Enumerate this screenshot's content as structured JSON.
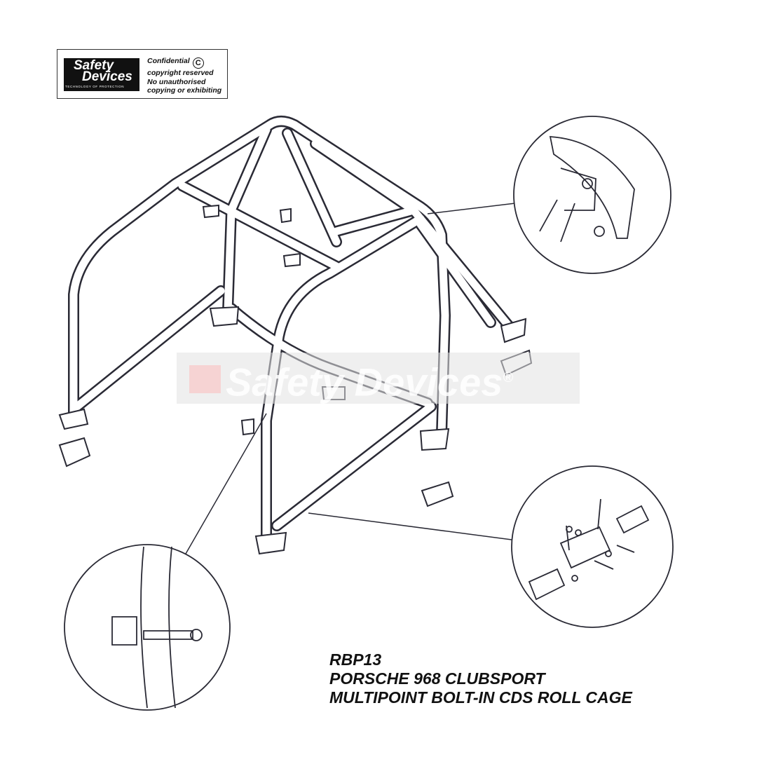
{
  "logo": {
    "brand_line1": "Safety",
    "brand_line2": "Devices",
    "tagline": "TECHNOLOGY OF PROTECTION",
    "notice": [
      "Confidential",
      "copyright reserved",
      "No unauthorised",
      "copying or exhibiting"
    ],
    "copyright_symbol": "C"
  },
  "watermark": {
    "text": "Safety Devices",
    "mark": "®"
  },
  "title": {
    "part_number": "RBP13",
    "model": "PORSCHE 968 CLUBSPORT",
    "description": "MULTIPOINT BOLT-IN CDS ROLL CAGE"
  },
  "colors": {
    "line": "#2a2a35",
    "background": "#ffffff"
  }
}
